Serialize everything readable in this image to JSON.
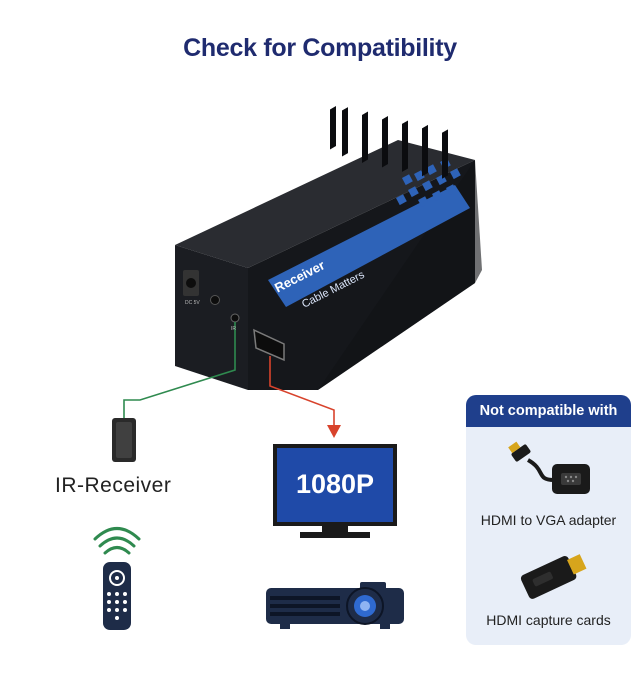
{
  "title": "Check for Compatibility",
  "device": {
    "label": "Receiver",
    "brand": "Cable Matters",
    "port_dc": "DC 5V",
    "port_ir": "IR"
  },
  "ir_receiver": {
    "label": "IR-Receiver"
  },
  "monitor": {
    "resolution": "1080P"
  },
  "panel": {
    "header": "Not compatible with",
    "items": [
      {
        "label": "HDMI to VGA adapter",
        "icon": "hdmi-vga-adapter-icon"
      },
      {
        "label": "HDMI capture cards",
        "icon": "hdmi-capture-card-icon"
      }
    ]
  },
  "colors": {
    "title": "#1f2b6f",
    "device_body": "#1b1d22",
    "device_stripe": "#2e63b8",
    "ir_line": "#2f8a4f",
    "hdmi_line": "#d8432c",
    "panel_bg": "#e8eef8",
    "panel_header": "#1f3f8c",
    "signal_green": "#2f8a4f"
  }
}
